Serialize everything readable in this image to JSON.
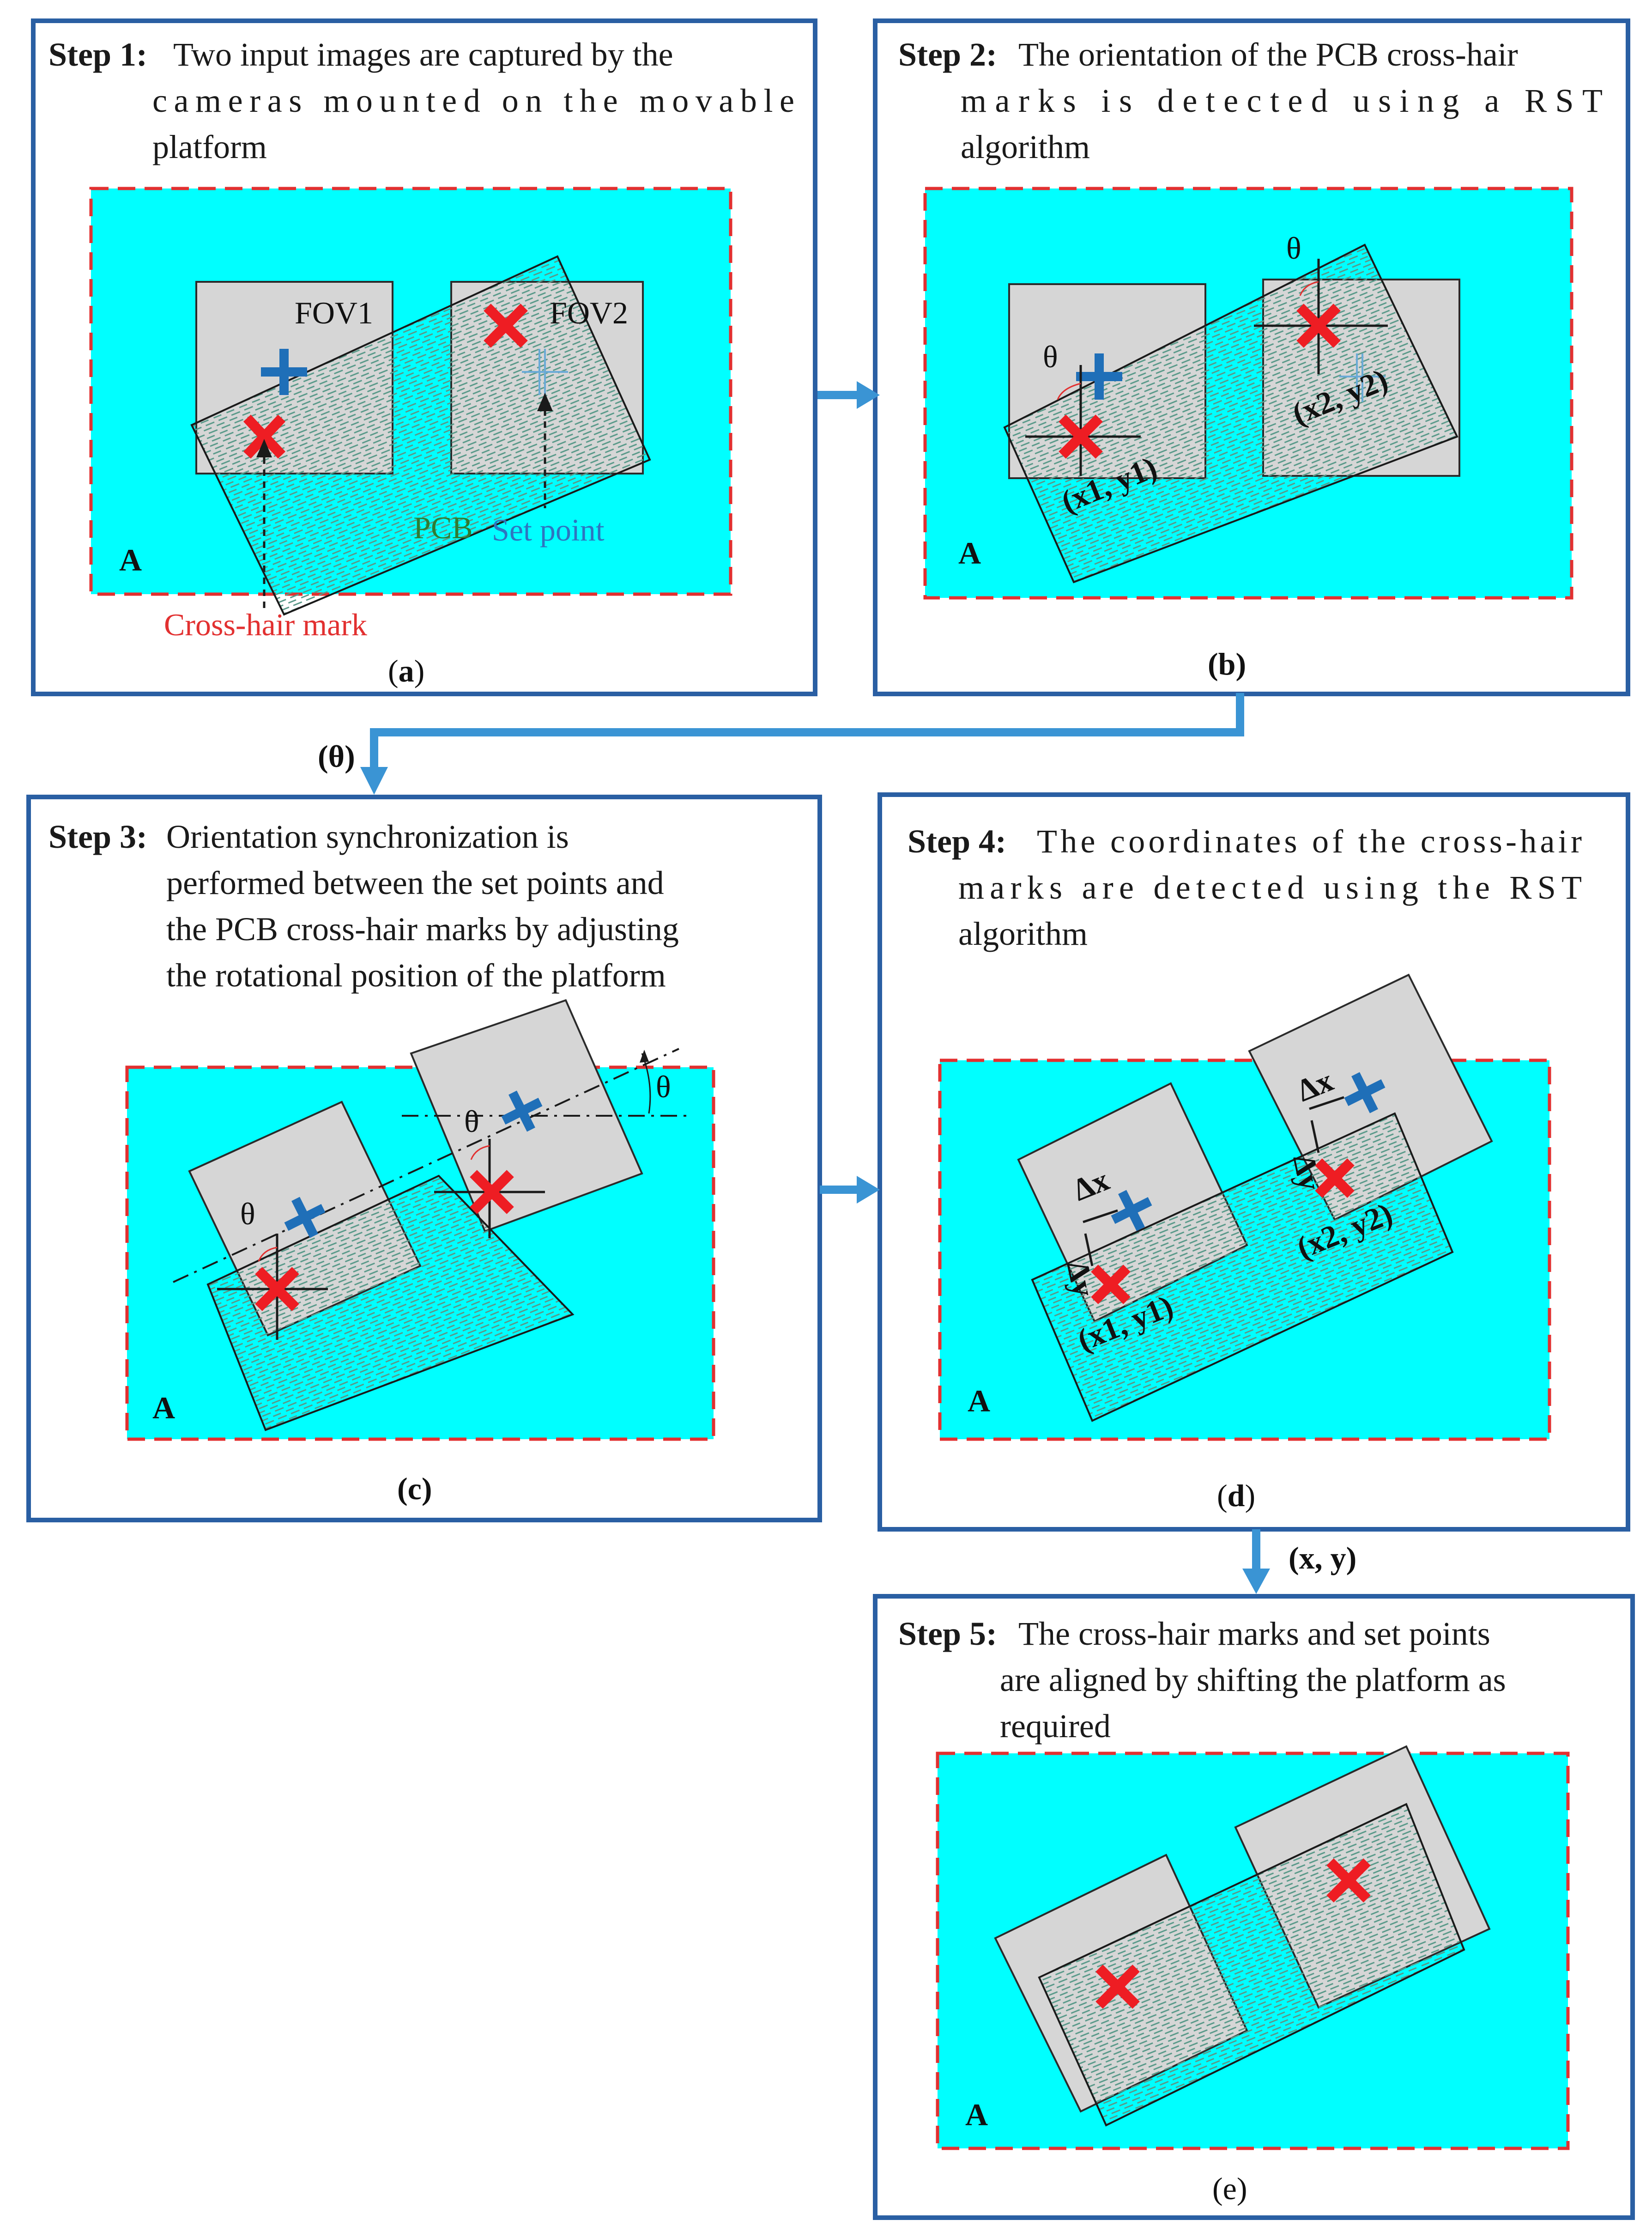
{
  "colors": {
    "panel_border": "#2a5fa3",
    "platform_area": "#00ffff",
    "area_border": "#e23030",
    "fov": "#d6d6d6",
    "cross_hair_mark": "#ee1d23",
    "set_point": "#1f6fb8",
    "flow_arrow": "#3a94d4",
    "pcb_label": "#2e7d32",
    "set_point_label": "#2d75c0"
  },
  "panels": {
    "a": {
      "step_label": "Step 1:",
      "lines": [
        "Two input images are captured by the",
        "cameras mounted on the movable",
        "platform"
      ],
      "caption_open": "(",
      "caption_letter": "a",
      "caption_close": ")",
      "area_label": "A",
      "fov1": "FOV1",
      "fov2": "FOV2",
      "pcb": "PCB",
      "set_point": "Set point",
      "cross_hair_mark": "Cross-hair mark"
    },
    "b": {
      "step_label": "Step 2:",
      "lines": [
        "The orientation of the PCB cross-hair",
        "marks is detected using a RST",
        "algorithm"
      ],
      "caption": "(b)",
      "area_label": "A",
      "theta": "θ",
      "coord1": "(x1, y1)",
      "coord2": "(x2, y2)"
    },
    "c": {
      "step_label": "Step 3:",
      "lines": [
        "Orientation synchronization is",
        "performed between the set points and",
        "the PCB cross-hair marks by adjusting",
        "the rotational position of the platform"
      ],
      "caption": "(c)",
      "area_label": "A",
      "theta": "θ"
    },
    "d": {
      "step_label": "Step 4:",
      "lines": [
        "The coordinates of the cross-hair",
        "marks are detected using the RST",
        "algorithm"
      ],
      "caption_open": "(",
      "caption_letter": "d",
      "caption_close": ")",
      "area_label": "A",
      "dx": "Δx",
      "dy": "Δy",
      "coord1": "(x1, y1)",
      "coord2": "(x2, y2)"
    },
    "e": {
      "step_label": "Step 5:",
      "lines": [
        "The cross-hair marks and set points",
        "are aligned by shifting the platform as",
        "required"
      ],
      "caption": "(e)",
      "area_label": "A"
    }
  },
  "flow": {
    "theta_label": "(θ)",
    "xy_label": "(x, y)"
  }
}
